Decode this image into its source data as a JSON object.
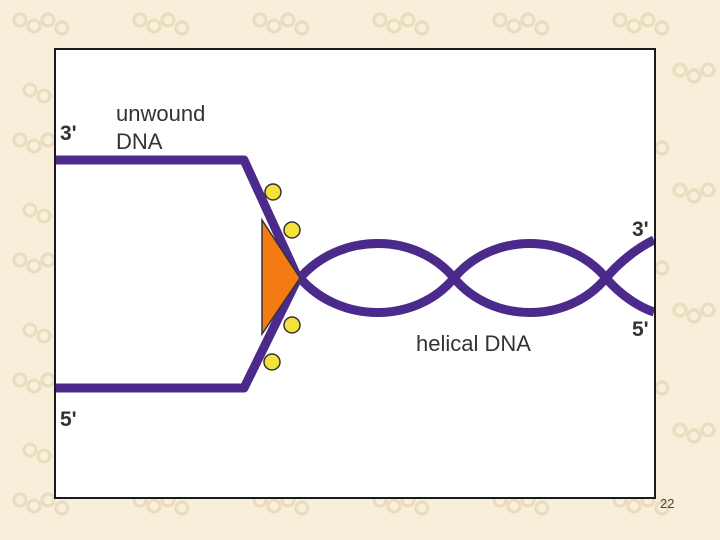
{
  "slide": {
    "number": "22"
  },
  "diagram": {
    "labels": {
      "unwound_line1": "unwound",
      "unwound_line2": "DNA",
      "helical": "helical DNA",
      "left_top_end": "3'",
      "left_bottom_end": "5'",
      "right_top_end": "3'",
      "right_bottom_end": "5'"
    },
    "colors": {
      "strand": "#4b2a8c",
      "helicase": "#f47b13",
      "protein_dot": "#f4e23a",
      "frame": "#1a1a1a",
      "background": "#f7efd9"
    },
    "components": [
      "unwound strands",
      "helicase",
      "single-strand binding proteins",
      "helical DNA"
    ]
  }
}
